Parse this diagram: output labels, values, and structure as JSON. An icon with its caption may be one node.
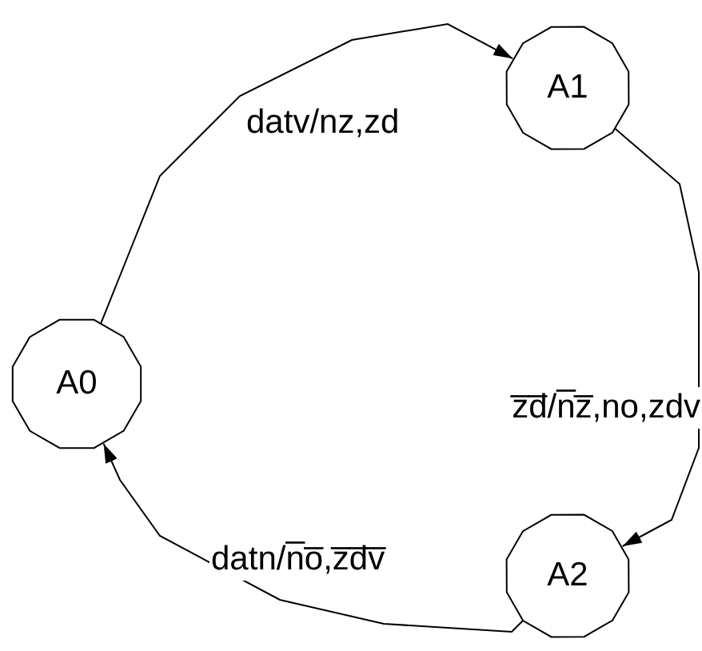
{
  "diagram": {
    "nodes": [
      {
        "text": [
          "A0"
        ]
      },
      {
        "text": [
          "A1"
        ]
      },
      {
        "text": [
          "A2"
        ]
      }
    ],
    "edges": [
      {
        "from": 0,
        "to": 1,
        "arrow": "to",
        "label": "datv/nz,zd"
      },
      {
        "from": 1,
        "to": 2,
        "arrow": "to",
        "label": "z̅d̅/n̅z̅,no,zdv"
      },
      {
        "from": 2,
        "to": 0,
        "arrow": "to",
        "label": "datn/n̅o̅,z̅d̅v̅"
      }
    ]
  }
}
